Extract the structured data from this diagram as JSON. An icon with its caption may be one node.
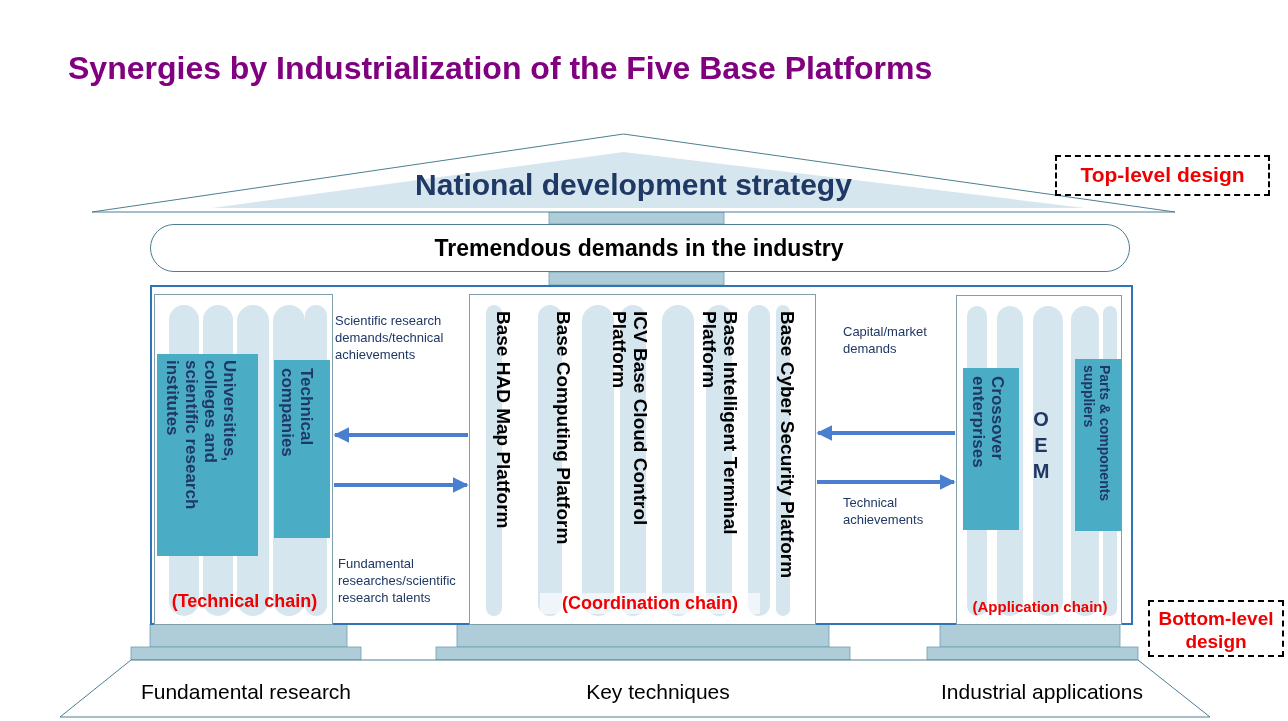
{
  "diagram": {
    "title": "Synergies by Industrialization of the Five Base Platforms",
    "nodes": [
      {
        "text": [
          "National development strategy"
        ]
      },
      {
        "text": [
          "Top-level design"
        ]
      },
      {
        "text": [
          "Tremendous demands in the industry"
        ]
      },
      {
        "text": [],
        "shape": "box"
      },
      {
        "text": [
          "(Technical chain)"
        ],
        "in": 3
      },
      {
        "text": [
          "Universities, colleges and scientific research institutes"
        ],
        "in": 4
      },
      {
        "text": [
          "Technical companies"
        ],
        "in": 4
      },
      {
        "text": [
          "Base HAD Map Platform",
          "Base Computing Platform",
          "ICV Base Cloud Control Platform",
          "Base Intelligent Terminal Platform",
          "Base Cyber Security Platform",
          "(Coordination chain)"
        ],
        "in": 3
      },
      {
        "text": [
          "OEM",
          "(Application chain)"
        ],
        "in": 3
      },
      {
        "text": [
          "Crossover enterprises"
        ],
        "in": 8
      },
      {
        "text": [
          "Parts & components suppliers"
        ],
        "in": 8
      },
      {
        "text": [
          "Bottom-level design"
        ]
      },
      {
        "text": [
          "Fundamental research",
          "Key techniques",
          "Industrial applications"
        ]
      }
    ],
    "edges": [
      {
        "from": 7,
        "to": 4,
        "arrow": "to"
      },
      {
        "from": 4,
        "to": 7,
        "arrow": "to"
      },
      {
        "from": 8,
        "to": 7,
        "arrow": "to"
      },
      {
        "from": 7,
        "to": 8,
        "arrow": "to"
      }
    ],
    "labels": [
      "Scientific research demands/technical achievements",
      "Capital/market demands",
      "Technical achievements",
      "Fundamental researches/scientific research talents"
    ]
  }
}
